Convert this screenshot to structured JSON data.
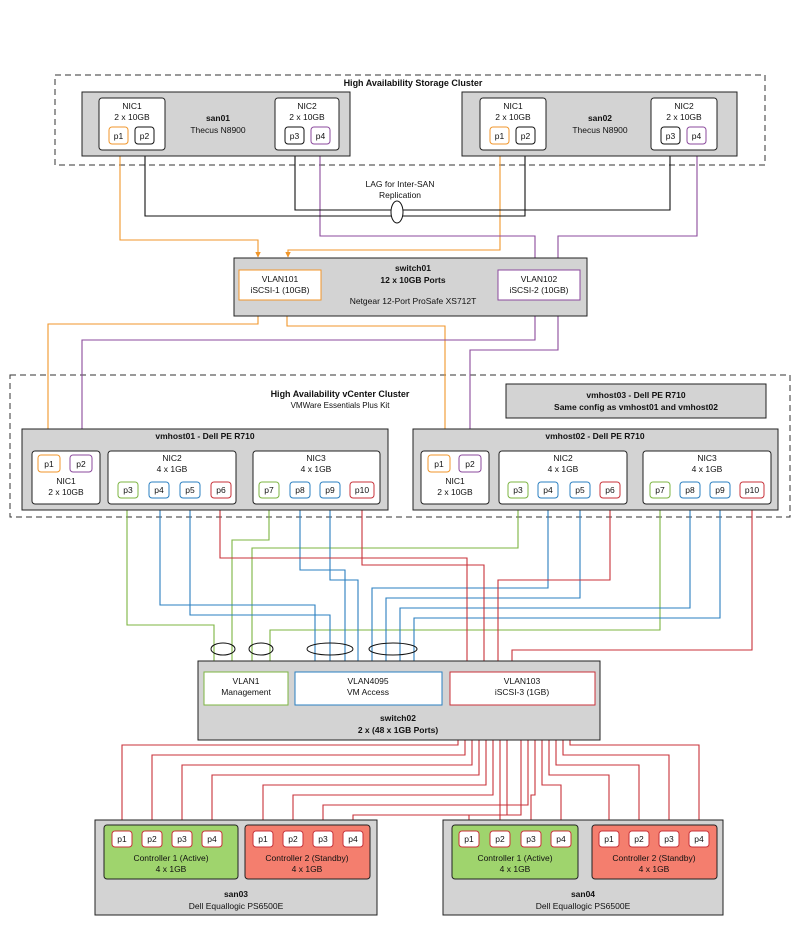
{
  "clusters": {
    "storage_title": "High Availability Storage Cluster",
    "vcenter_title": "High Availability vCenter  Cluster",
    "vcenter_subtitle": "VMWare Essentials Plus Kit"
  },
  "san01": {
    "name": "san01",
    "model": "Thecus N8900",
    "nic1": {
      "label": "NIC1",
      "speed": "2 x 10GB"
    },
    "nic2": {
      "label": "NIC2",
      "speed": "2 x 10GB"
    },
    "ports": [
      "p1",
      "p2",
      "p3",
      "p4"
    ]
  },
  "san02": {
    "name": "san02",
    "model": "Thecus N8900",
    "nic1": {
      "label": "NIC1",
      "speed": "2 x 10GB"
    },
    "nic2": {
      "label": "NIC2",
      "speed": "2 x 10GB"
    },
    "ports": [
      "p1",
      "p2",
      "p3",
      "p4"
    ]
  },
  "lag": {
    "line1": "LAG for Inter-SAN",
    "line2": "Replication"
  },
  "switch01": {
    "name": "switch01",
    "ports": "12 x 10GB Ports",
    "model": "Netgear 12-Port ProSafe  XS712T",
    "vlan101": {
      "name": "VLAN101",
      "desc": "iSCSI-1 (10GB)"
    },
    "vlan102": {
      "name": "VLAN102",
      "desc": "iSCSI-2 (10GB)"
    }
  },
  "vmhost03": {
    "title": "vmhost03 - Dell PE R710",
    "note": "Same config as vmhost01 and vmhost02"
  },
  "vmhost01": {
    "title": "vmhost01 - Dell PE R710",
    "nic1": {
      "label": "NIC1",
      "speed": "2 x 10GB",
      "ports": [
        "p1",
        "p2"
      ]
    },
    "nic2": {
      "label": "NIC2",
      "speed": "4 x 1GB",
      "ports": [
        "p3",
        "p4",
        "p5",
        "p6"
      ]
    },
    "nic3": {
      "label": "NIC3",
      "speed": "4 x 1GB",
      "ports": [
        "p7",
        "p8",
        "p9",
        "p10"
      ]
    }
  },
  "vmhost02": {
    "title": "vmhost02 - Dell PE R710",
    "nic1": {
      "label": "NIC1",
      "speed": "2 x 10GB",
      "ports": [
        "p1",
        "p2"
      ]
    },
    "nic2": {
      "label": "NIC2",
      "speed": "4 x 1GB",
      "ports": [
        "p3",
        "p4",
        "p5",
        "p6"
      ]
    },
    "nic3": {
      "label": "NIC3",
      "speed": "4 x 1GB",
      "ports": [
        "p7",
        "p8",
        "p9",
        "p10"
      ]
    }
  },
  "switch02": {
    "name": "switch02",
    "ports": "2 x (48 x 1GB Ports)",
    "vlan1": {
      "name": "VLAN1",
      "desc": "Management"
    },
    "vlan4095": {
      "name": "VLAN4095",
      "desc": "VM Access"
    },
    "vlan103": {
      "name": "VLAN103",
      "desc": "iSCSI-3 (1GB)"
    }
  },
  "san03": {
    "name": "san03",
    "model": "Dell Equallogic PS6500E",
    "ctrl1": {
      "label": "Controller 1 (Active)",
      "speed": "4 x 1GB",
      "ports": [
        "p1",
        "p2",
        "p3",
        "p4"
      ]
    },
    "ctrl2": {
      "label": "Controller 2 (Standby)",
      "speed": "4 x 1GB",
      "ports": [
        "p1",
        "p2",
        "p3",
        "p4"
      ]
    }
  },
  "san04": {
    "name": "san04",
    "model": "Dell Equallogic PS6500E",
    "ctrl1": {
      "label": "Controller 1 (Active)",
      "speed": "4 x 1GB",
      "ports": [
        "p1",
        "p2",
        "p3",
        "p4"
      ]
    },
    "ctrl2": {
      "label": "Controller 2 (Standby)",
      "speed": "4 x 1GB",
      "ports": [
        "p1",
        "p2",
        "p3",
        "p4"
      ]
    }
  },
  "colors": {
    "orange": "#f0962b",
    "purple": "#8b4a9c",
    "green": "#7cb442",
    "blue": "#2a7fc0",
    "red": "#c8323a",
    "black": "#111111",
    "device_fill": "#d3d3d3",
    "active_fill": "#9fd46d",
    "standby_fill": "#f47e6e"
  }
}
